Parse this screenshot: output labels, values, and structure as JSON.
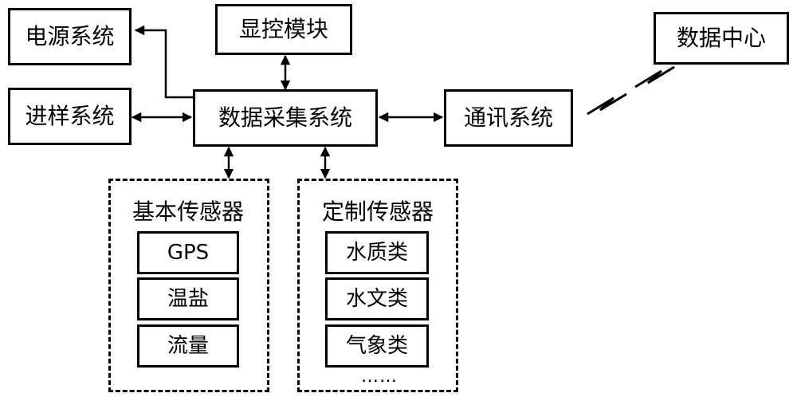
{
  "nodes": {
    "power_system": "电源系统",
    "display_control": "显控模块",
    "data_center": "数据中心",
    "sampling_system": "进样系统",
    "data_acquisition": "数据采集系统",
    "communication": "通讯系统"
  },
  "groups": {
    "basic_sensors": {
      "title": "基本传感器",
      "items": [
        "GPS",
        "温盐",
        "流量"
      ]
    },
    "custom_sensors": {
      "title": "定制传感器",
      "items": [
        "水质类",
        "水文类",
        "气象类"
      ],
      "more": "……"
    }
  }
}
